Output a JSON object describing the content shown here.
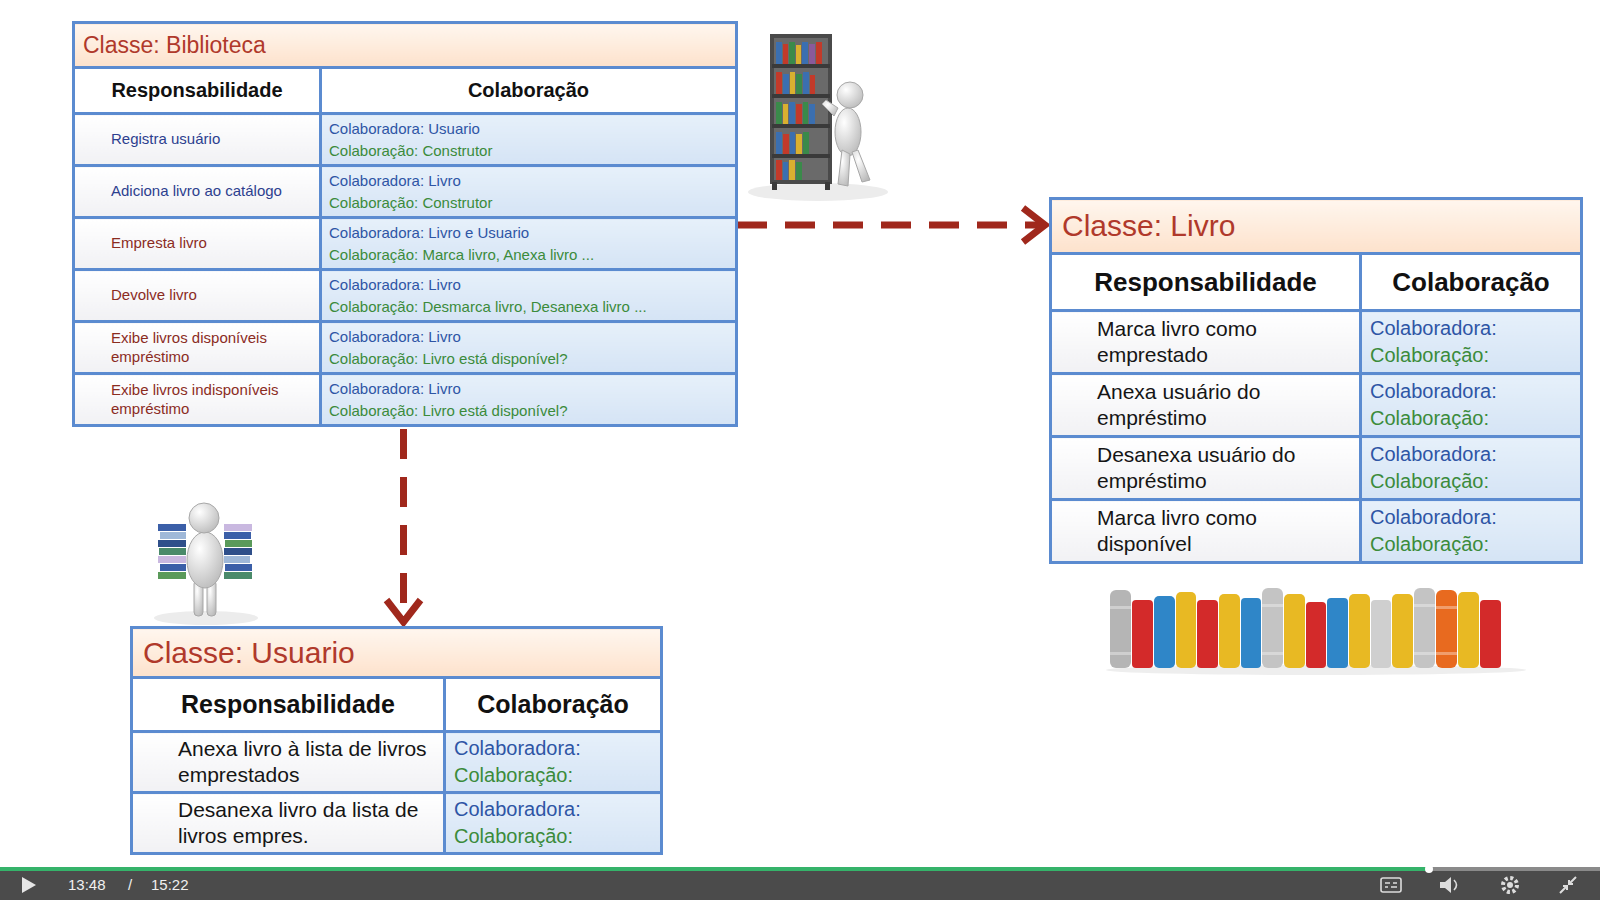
{
  "diagram": {
    "nodes": [
      {
        "text": [
          "Classe: Biblioteca",
          "Responsabilidade",
          "Colaboração",
          "Registra usuário",
          "Colaboradora: Usuario",
          "Colaboração: Construtor",
          "Adiciona livro ao catálogo",
          "Colaboradora: Livro",
          "Colaboração: Construtor",
          "Empresta livro",
          "Colaboradora: Livro e Usuario",
          "Colaboração: Marca livro, Anexa livro ...",
          "Devolve livro",
          "Colaboradora: Livro",
          "Colaboração: Desmarca livro, Desanexa livro ...",
          "Exibe livros disponíveis empréstimo",
          "Colaboradora: Livro",
          "Colaboração: Livro está disponível?",
          "Exibe livros indisponíveis empréstimo",
          "Colaboradora: Livro",
          "Colaboração: Livro está disponível?"
        ]
      },
      {
        "text": [
          "Classe: Livro",
          "Responsabilidade",
          "Colaboração",
          "Marca livro como emprestado",
          "Colaboradora:",
          "Colaboração:",
          "Anexa usuário do empréstimo",
          "Colaboradora:",
          "Colaboração:",
          "Desanexa usuário do empréstimo",
          "Colaboradora:",
          "Colaboração:",
          "Marca livro como disponível",
          "Colaboradora:",
          "Colaboração:"
        ]
      },
      {
        "text": [
          "Classe: Usuario",
          "Responsabilidade",
          "Colaboração",
          "Anexa livro à lista de livros emprestados",
          "Colaboradora:",
          "Colaboração:",
          "Desanexa livro da lista de livros empres.",
          "Colaboradora:",
          "Colaboração:"
        ]
      }
    ],
    "edges": [
      {
        "from": 0,
        "to": 1,
        "arrow": "to"
      },
      {
        "from": 0,
        "to": 2,
        "arrow": "to"
      }
    ],
    "labels": [
      "13:48",
      "/",
      "15:22"
    ]
  }
}
